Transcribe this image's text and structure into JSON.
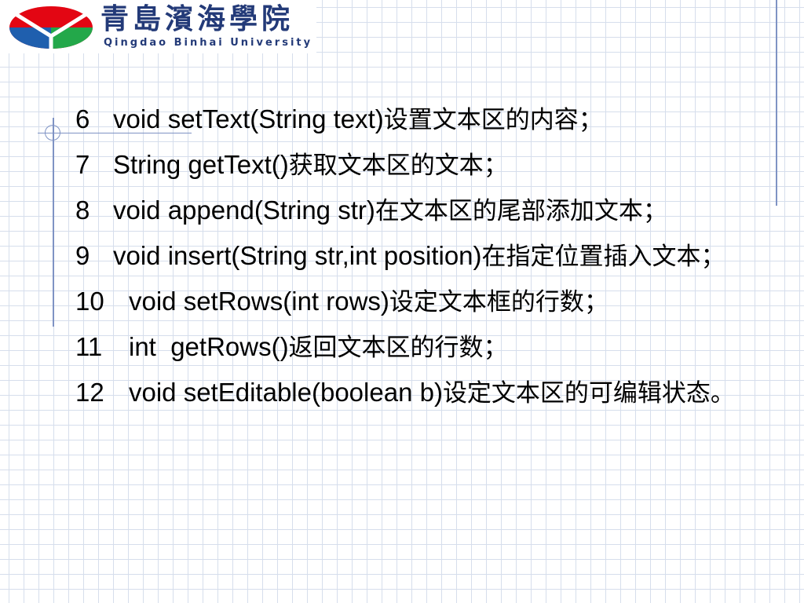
{
  "header": {
    "logo_chinese": "青島濱海學院",
    "logo_english": "Qingdao Binhai University",
    "logo_colors": {
      "red": "#e30613",
      "blue": "#1f5fae",
      "green": "#23a84a"
    }
  },
  "items": [
    {
      "num": "6",
      "code": "void setText(String text)",
      "desc": "设置文本区的内容；"
    },
    {
      "num": "7",
      "code": "String getText()",
      "desc": "获取文本区的文本；"
    },
    {
      "num": "8",
      "code": "void append(String str)",
      "desc": "在文本区的尾部添加文本；"
    },
    {
      "num": "9",
      "code": "void insert(String str,int position)",
      "desc": "在指定位置插入文本；"
    },
    {
      "num": "10",
      "code": "void setRows(int rows)",
      "desc": "设定文本框的行数；"
    },
    {
      "num": "11",
      "code": "int  getRows()",
      "desc": "返回文本区的行数；"
    },
    {
      "num": "12",
      "code": "void setEditable(boolean b)",
      "desc": "设定文本区的可编辑状态。"
    }
  ]
}
